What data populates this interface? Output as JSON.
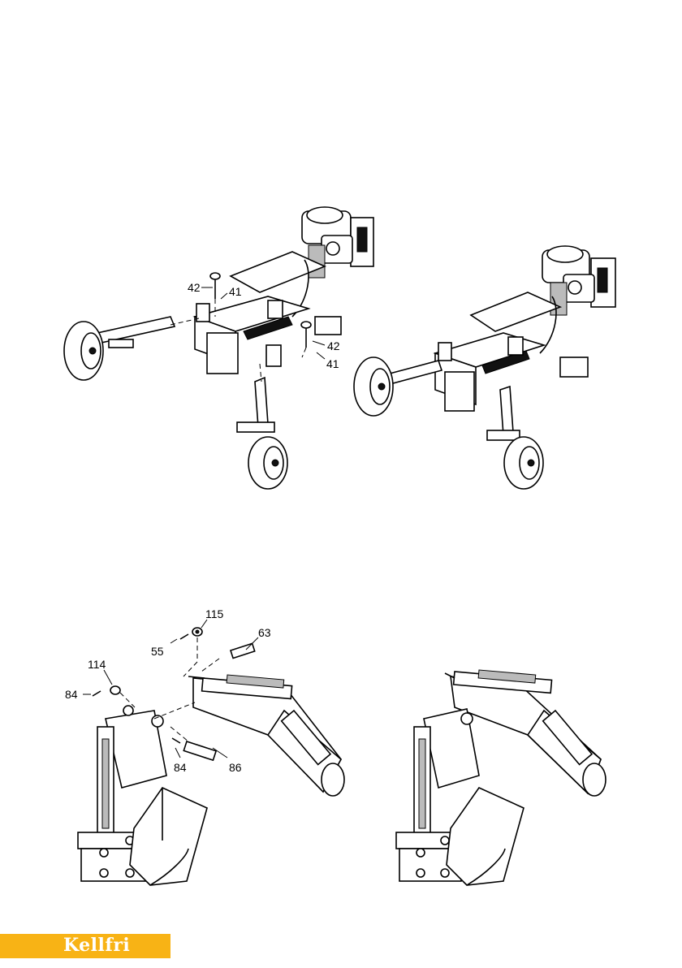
{
  "top_figure": {
    "callouts": [
      "42",
      "41",
      "42",
      "41"
    ]
  },
  "bottom_figure": {
    "callouts": [
      "115",
      "63",
      "55",
      "114",
      "84",
      "84",
      "86"
    ]
  },
  "footer": {
    "brand": "Kellfri",
    "brand_color": "#f8b315"
  }
}
